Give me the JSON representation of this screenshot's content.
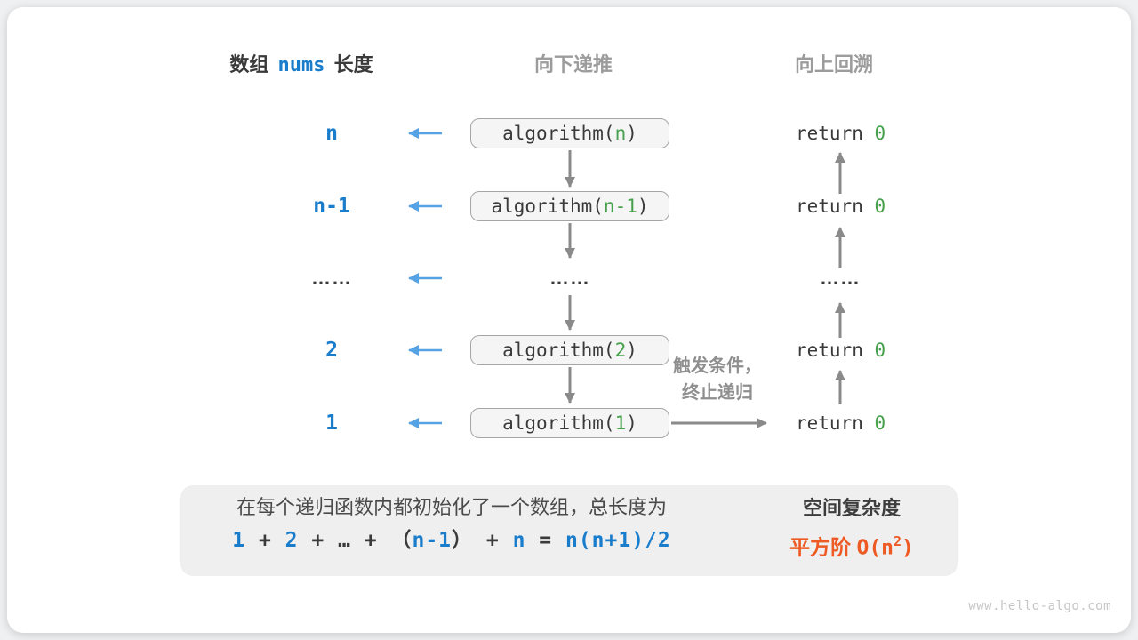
{
  "colors": {
    "accent_blue": "#1a7dcc",
    "arrow_blue": "#55a2e4",
    "code_green": "#47a04c",
    "text_dark": "#3a3a3a",
    "muted_gray": "#9c9c9c",
    "arrow_gray": "#8a8a8a",
    "box_fill": "#f5f5f6",
    "box_border": "#a6a6a6",
    "summary_fill": "#efefef",
    "accent_orange": "#ee5a24",
    "big_arrow_gray": "#c8c8c8",
    "footer_gray": "#c6c6c6"
  },
  "header": {
    "left_prefix": "数组",
    "left_code": "nums",
    "left_suffix": "长度",
    "middle": "向下递推",
    "right": "向上回溯"
  },
  "rows": [
    {
      "label": "n",
      "call_prefix": "algorithm(",
      "call_arg": "n",
      "call_suffix": ")",
      "return_text": "return ",
      "return_value": "0"
    },
    {
      "label": "n-1",
      "call_prefix": "algorithm(",
      "call_arg": "n-1",
      "call_suffix": ")",
      "return_text": "return ",
      "return_value": "0"
    },
    {
      "ellipsis_left": "……",
      "ellipsis_mid": "……",
      "ellipsis_right": "……"
    },
    {
      "label": "2",
      "call_prefix": "algorithm(",
      "call_arg": "2",
      "call_suffix": ")",
      "return_text": "return ",
      "return_value": "0"
    },
    {
      "label": "1",
      "call_prefix": "algorithm(",
      "call_arg": "1",
      "call_suffix": ")",
      "return_text": "return ",
      "return_value": "0"
    }
  ],
  "annotation": {
    "line1": "触发条件，",
    "line2": "终止递归"
  },
  "summary": {
    "description": "在每个递归函数内都初始化了一个数组，总长度为",
    "formula": [
      {
        "text": "1"
      },
      {
        "text": " + "
      },
      {
        "text": "2"
      },
      {
        "text": " + "
      },
      {
        "text": "…"
      },
      {
        "text": " + "
      },
      {
        "text": "（"
      },
      {
        "text": "n-1"
      },
      {
        "text": "）"
      },
      {
        "text": " + "
      },
      {
        "text": "n"
      },
      {
        "text": " = "
      },
      {
        "text": "n(n+1)/2"
      }
    ],
    "result_title": "空间复杂度",
    "result_label": "平方阶 ",
    "result_big_o_prefix": "O(n",
    "result_exponent": "2",
    "result_big_o_suffix": ")"
  },
  "footer": {
    "url": "www.hello-algo.com"
  }
}
